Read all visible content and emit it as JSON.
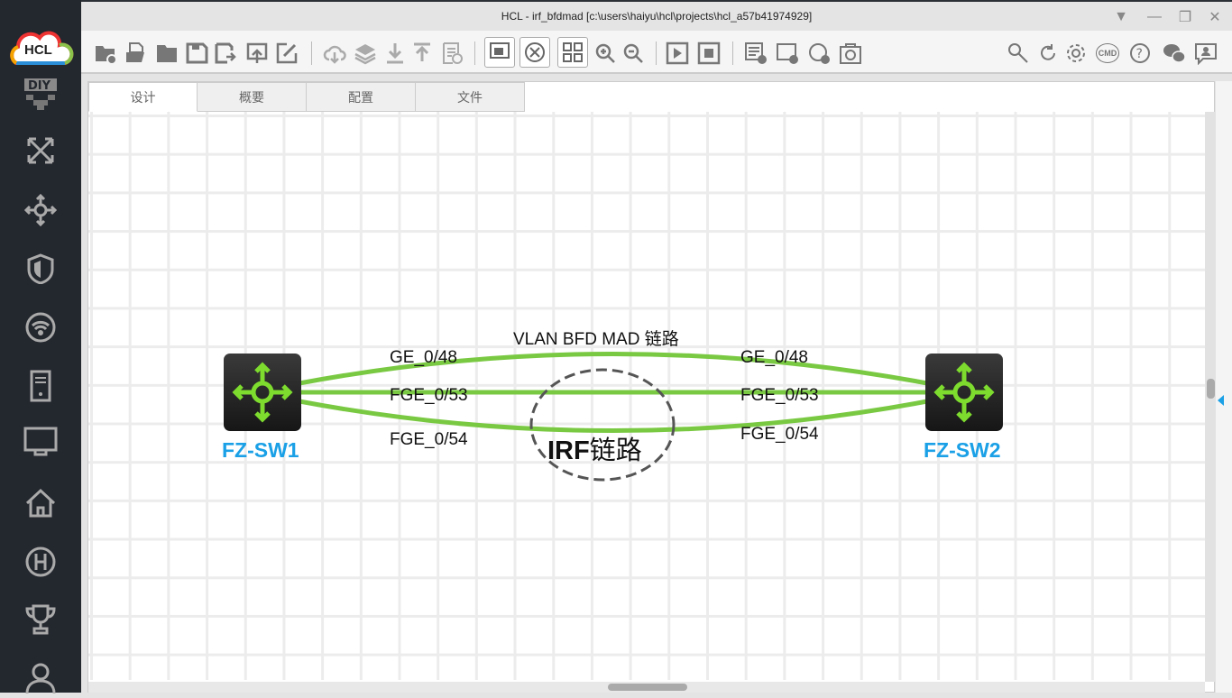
{
  "window": {
    "title": "HCL - irf_bfdmad [c:\\users\\haiyu\\hcl\\projects\\hcl_a57b41974929]"
  },
  "sidebar": {
    "logo": "HCL",
    "items": [
      "diy-icon",
      "topology-icon",
      "router-icon",
      "firewall-icon",
      "wireless-icon",
      "server-icon",
      "monitor-icon",
      "home-icon",
      "h3c-icon",
      "trophy-icon",
      "user-icon"
    ]
  },
  "tabs": [
    {
      "label": "设计"
    },
    {
      "label": "概要"
    },
    {
      "label": "配置"
    },
    {
      "label": "文件"
    }
  ],
  "toolbar": {
    "cmd_label": "CMD"
  },
  "topology": {
    "devices": [
      {
        "name": "FZ-SW1"
      },
      {
        "name": "FZ-SW2"
      }
    ],
    "link_color": "#7ac943",
    "group_title": "VLAN BFD MAD 链路",
    "irf_label_bold": "IRF",
    "irf_label_rest": "链路",
    "ports_left": [
      "GE_0/48",
      "FGE_0/53",
      "FGE_0/54"
    ],
    "ports_right": [
      "GE_0/48",
      "FGE_0/53",
      "FGE_0/54"
    ]
  }
}
